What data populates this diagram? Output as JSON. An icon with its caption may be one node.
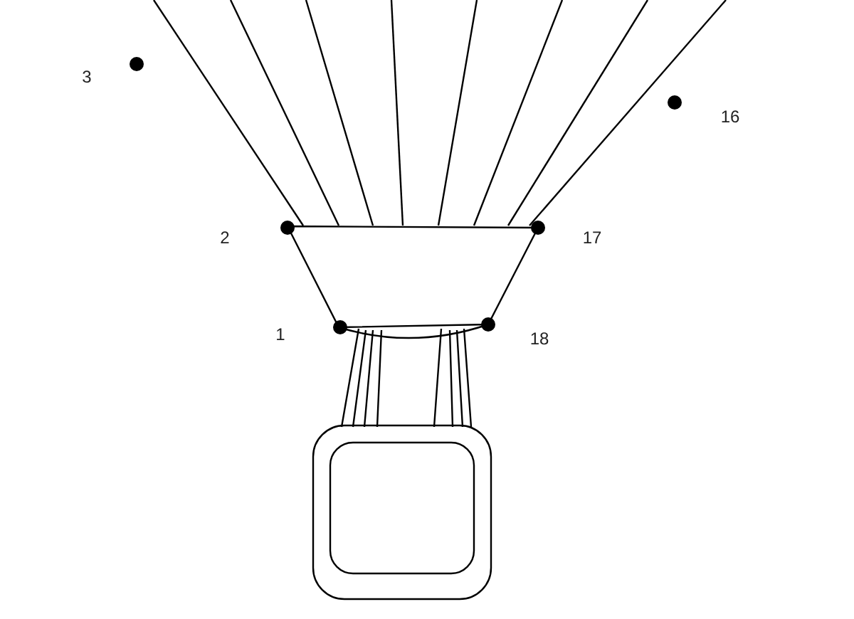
{
  "diagram": {
    "nodes": [
      {
        "text": [],
        "shape": "circle",
        "beside": [
          "3"
        ]
      },
      {
        "text": [],
        "shape": "circle",
        "beside": [
          "16"
        ]
      },
      {
        "text": [],
        "shape": "circle",
        "beside": [
          "2"
        ]
      },
      {
        "text": [],
        "shape": "circle",
        "beside": [
          "17"
        ]
      },
      {
        "text": [],
        "shape": "circle",
        "beside": [
          "1"
        ]
      },
      {
        "text": [],
        "shape": "circle",
        "beside": [
          "18"
        ]
      }
    ]
  }
}
